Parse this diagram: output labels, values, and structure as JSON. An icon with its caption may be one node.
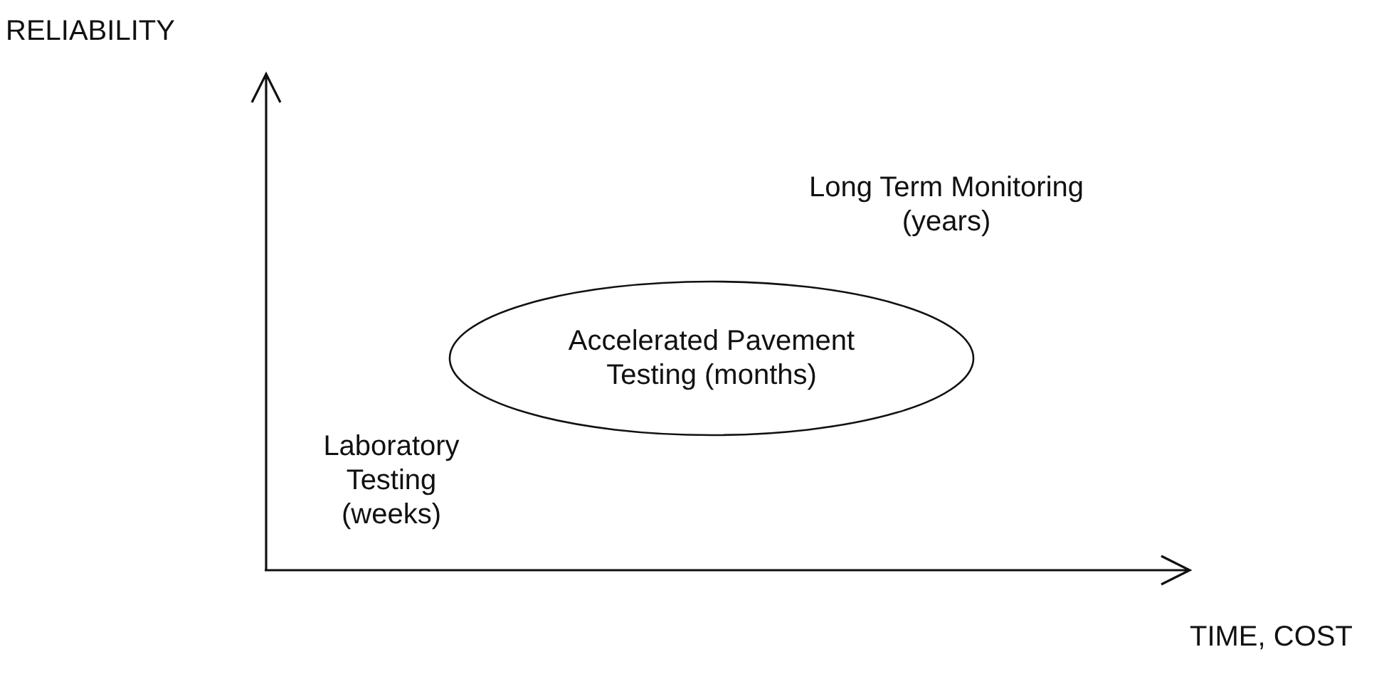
{
  "diagram": {
    "nodes": [
      {
        "text": [
          "Accelerated Pavement Testing (months)"
        ]
      }
    ],
    "labels": [
      "RELIABILITY",
      "Long Term Monitoring (years)",
      "Laboratory Testing (weeks)",
      "TIME, COST"
    ]
  }
}
